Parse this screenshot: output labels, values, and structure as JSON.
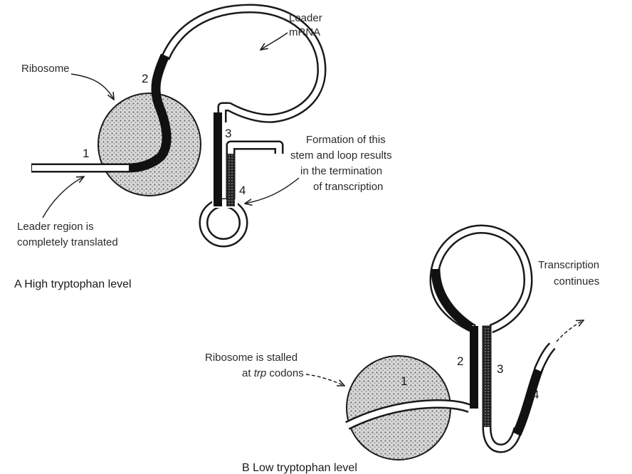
{
  "panel_a": {
    "caption": "A   High tryptophan level",
    "ribosome_label": "Ribosome",
    "leader_mrna_label": [
      "Leader",
      "mRNA"
    ],
    "leader_region_label": [
      "Leader region is",
      "completely translated"
    ],
    "formation_label": [
      "Formation of this",
      "stem and loop results",
      "in the termination",
      "of transcription"
    ],
    "region_numbers": [
      "1",
      "2",
      "3",
      "4"
    ]
  },
  "panel_b": {
    "caption": "B   Low tryptophan level",
    "stalled_label_line1": "Ribosome is stalled",
    "stalled_label_prefix": "at ",
    "stalled_label_italic": "trp",
    "stalled_label_suffix": " codons",
    "transcription_label": [
      "Transcription",
      "continues"
    ],
    "region_numbers": [
      "1",
      "2",
      "3",
      "4"
    ]
  },
  "colors": {
    "ink": "#1a1a1a",
    "ribosome_fill": "#cfcfcf",
    "background": "#ffffff"
  }
}
